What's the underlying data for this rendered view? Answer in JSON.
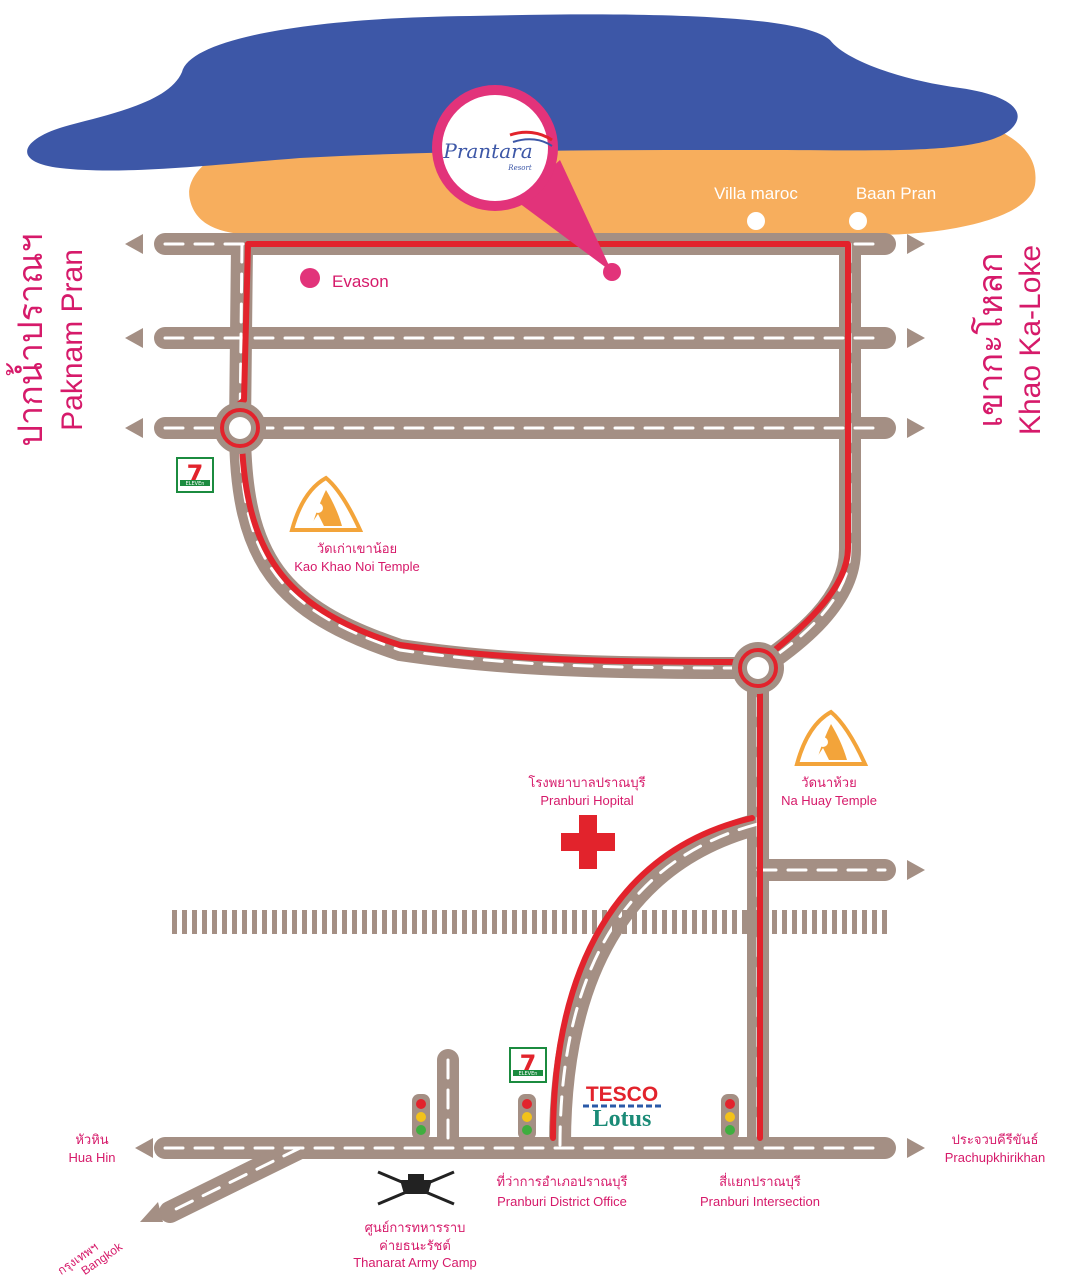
{
  "colors": {
    "sea": "#3d57a7",
    "sand": "#f7ae5d",
    "road": "#a48f84",
    "route": "#e2232c",
    "text": "#d61a6a",
    "temple": "#f3a43a",
    "marker": "#e2337a"
  },
  "logo": {
    "name": "Prantara",
    "sub": "Resort"
  },
  "places": {
    "villa_maroc": "Villa maroc",
    "baan_pran": "Baan Pran",
    "evason": "Evason",
    "kao_khao_noi_th": "วัดเก่าเขาน้อย",
    "kao_khao_noi_en": "Kao Khao Noi Temple",
    "na_huay_th": "วัดนาห้วย",
    "na_huay_en": "Na Huay Temple",
    "hospital_th": "โรงพยาบาลปราณบุรี",
    "hospital_en": "Pranburi Hopital",
    "tesco_top": "TESCO",
    "tesco_bottom": "Lotus",
    "seven_eleven": "ELEVEn"
  },
  "directions": {
    "left_th": "ปากน้ำปราณฯ",
    "left_en": "Paknam Pran",
    "right_th": "เขากะโหลก",
    "right_en": "Khao Ka-Loke",
    "huahin_th": "หัวหิน",
    "huahin_en": "Hua Hin",
    "prachup_th": "ประจวบคีรีขันธ์",
    "prachup_en": "Prachupkhirikhan",
    "bangkok_th": "กรุงเทพฯ",
    "bangkok_en": "Bangkok"
  },
  "landmarks": {
    "district_th": "ที่ว่าการอำเภอปราณบุรี",
    "district_en": "Pranburi District Office",
    "intersection_th": "สี่แยกปราณบุรี",
    "intersection_en": "Pranburi Intersection",
    "army_th1": "ศูนย์การทหารราบ",
    "army_th2": "ค่ายธนะรัชต์",
    "army_en": "Thanarat Army Camp"
  }
}
